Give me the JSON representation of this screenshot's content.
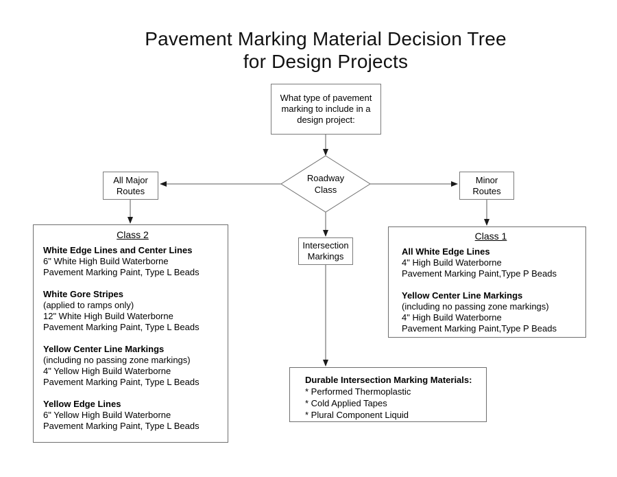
{
  "title": {
    "line1": "Pavement Marking Material Decision Tree",
    "line2": "for Design Projects"
  },
  "nodes": {
    "start": {
      "lines": [
        "What type of pavement",
        "marking to include in a",
        "design project:"
      ]
    },
    "decision": {
      "lines": [
        "Roadway",
        "Class"
      ]
    },
    "major": {
      "lines": [
        "All Major",
        "Routes"
      ]
    },
    "minor": {
      "lines": [
        "Minor",
        "Routes"
      ]
    },
    "intersection": {
      "lines": [
        "Intersection",
        "Markings"
      ]
    }
  },
  "class2": {
    "heading": "Class 2",
    "sections": [
      {
        "title": "White Edge Lines and Center Lines",
        "lines": [
          "6\" White High Build Waterborne",
          "Pavement Marking Paint, Type L Beads"
        ]
      },
      {
        "title": "White Gore Stripes",
        "lines": [
          "(applied to ramps only)",
          "12\" White High Build Waterborne",
          "Pavement Marking Paint, Type L Beads"
        ]
      },
      {
        "title": "Yellow Center Line Markings",
        "lines": [
          "(including no passing zone markings)",
          "4\" Yellow High Build Waterborne",
          "Pavement Marking Paint, Type L Beads"
        ]
      },
      {
        "title": "Yellow Edge Lines",
        "lines": [
          "6\" Yellow High Build Waterborne",
          "Pavement Marking Paint, Type L Beads"
        ]
      }
    ]
  },
  "class1": {
    "heading": "Class 1",
    "sections": [
      {
        "title": "All White Edge Lines",
        "lines": [
          "4\" High Build Waterborne",
          "Pavement Marking Paint,Type P Beads"
        ]
      },
      {
        "title": "Yellow Center Line Markings",
        "lines": [
          "(including no passing zone markings)",
          "4\" High Build Waterborne",
          "Pavement Marking Paint,Type P Beads"
        ]
      }
    ]
  },
  "durable": {
    "heading": "Durable Intersection Marking Materials:",
    "items": [
      "* Performed Thermoplastic",
      "* Cold Applied Tapes",
      "* Plural Component Liquid"
    ]
  },
  "colors": {
    "background": "#ffffff",
    "connector_line": "#595959",
    "arrowhead": "#1a1a1a",
    "box_border": "#7a7a7a",
    "text": "#000000"
  }
}
